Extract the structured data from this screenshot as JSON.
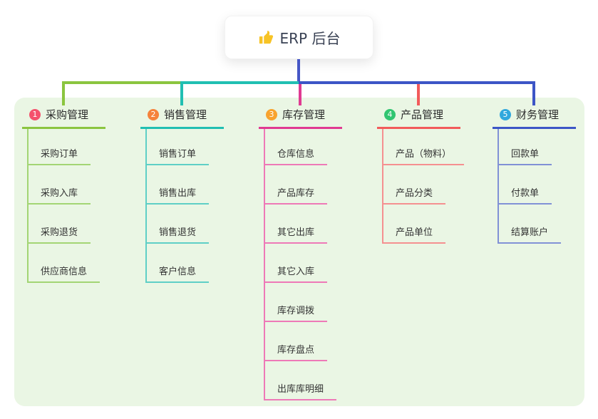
{
  "root": {
    "label": "ERP 后台",
    "icon": "thumbs-up"
  },
  "connector": {
    "root_line_color": "#4656C6"
  },
  "panel_color": "#EAF6E4",
  "branches": [
    {
      "number": "1",
      "label": "采购管理",
      "line_color": "#8BC53F",
      "child_line_color": "#A3D574",
      "badge_color": "#F4516C",
      "children": [
        "采购订单",
        "采购入库",
        "采购退货",
        "供应商信息"
      ]
    },
    {
      "number": "2",
      "label": "销售管理",
      "line_color": "#21BFB2",
      "child_line_color": "#5FCFC6",
      "badge_color": "#F5823B",
      "children": [
        "销售订单",
        "销售出库",
        "销售退货",
        "客户信息"
      ]
    },
    {
      "number": "3",
      "label": "库存管理",
      "line_color": "#E03A92",
      "child_line_color": "#EE79B7",
      "badge_color": "#F8A32E",
      "children": [
        "仓库信息",
        "产品库存",
        "其它出库",
        "其它入库",
        "库存调拨",
        "库存盘点",
        "出库库明细"
      ]
    },
    {
      "number": "4",
      "label": "产品管理",
      "line_color": "#F25B5B",
      "child_line_color": "#F59090",
      "badge_color": "#31C571",
      "children": [
        "产品（物料）",
        "产品分类",
        "产品单位"
      ]
    },
    {
      "number": "5",
      "label": "财务管理",
      "line_color": "#3C55C6",
      "child_line_color": "#8191D6",
      "badge_color": "#31A8DD",
      "children": [
        "回款单",
        "付款单",
        "结算账户"
      ]
    }
  ]
}
